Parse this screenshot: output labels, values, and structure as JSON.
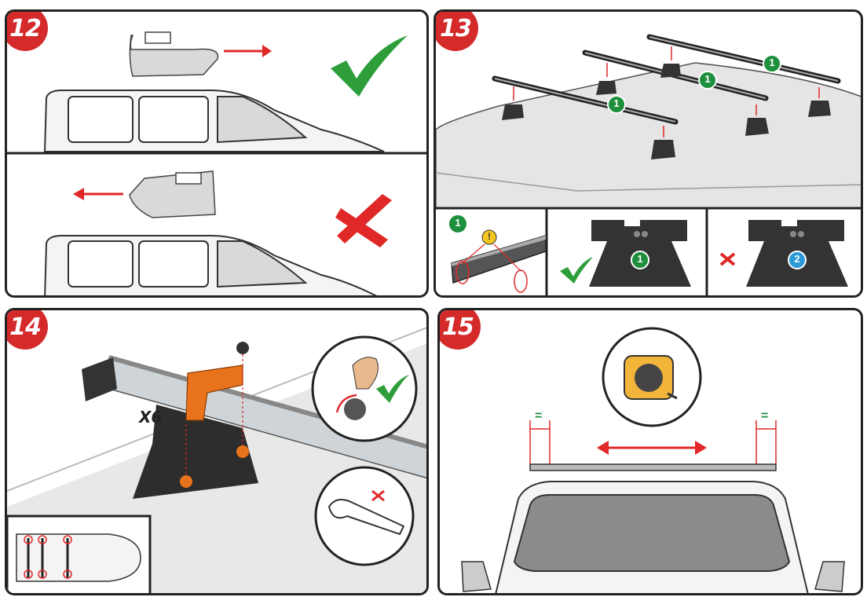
{
  "steps": {
    "s12": "12",
    "s13": "13",
    "s14": "14",
    "s15": "15"
  },
  "callouts": {
    "bar_number_1": "1",
    "position_1": "1",
    "position_2": "2",
    "warning": "!",
    "quantity": "X6",
    "equal_a": "=",
    "equal_b": "="
  },
  "colors": {
    "badge_red": "#d42a2a",
    "check_green": "#2e9e3a",
    "cross_red": "#e02828",
    "bracket_orange": "#e8731c",
    "number_green": "#1e8f3c",
    "number_blue": "#2b9ad6"
  },
  "icons": [
    "check-icon",
    "cross-icon",
    "arrow-right-icon",
    "arrow-left-icon",
    "warning-icon",
    "tape-measure-icon",
    "wrench-icon",
    "hand-icon"
  ]
}
